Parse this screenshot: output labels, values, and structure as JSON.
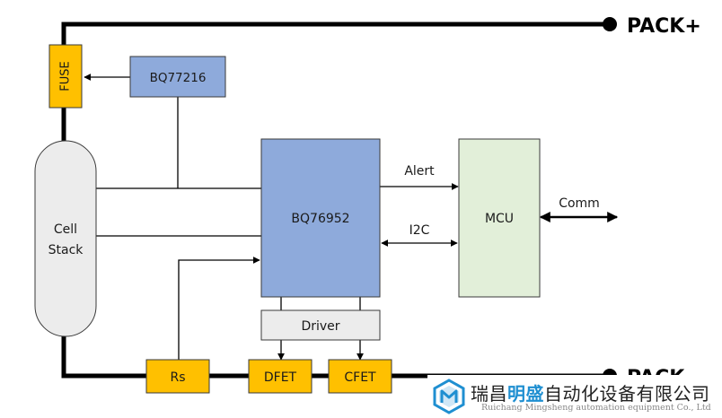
{
  "terminals": {
    "positive": "PACK+",
    "negative": "PACK-"
  },
  "blocks": {
    "fuse": "FUSE",
    "secondary_protector": "BQ77216",
    "cell_stack_line1": "Cell",
    "cell_stack_line2": "Stack",
    "monitor_ic": "BQ76952",
    "mcu": "MCU",
    "driver": "Driver",
    "sense_resistor": "Rs",
    "discharge_fet": "DFET",
    "charge_fet": "CFET"
  },
  "signals": {
    "alert": "Alert",
    "i2c": "I2C",
    "comm": "Comm"
  },
  "colors": {
    "fet_block": "#ffc000",
    "ic_block": "#8eaadb",
    "mcu_block": "#e2efd9",
    "driver_block": "#ececec",
    "cell_stack": "#ececec",
    "bus_line": "#000000",
    "watermark_accent": "#1f8fd1"
  },
  "watermark": {
    "name_prefix": "瑞昌",
    "name_highlight": "明盛",
    "name_suffix": "自动化设备有限公司",
    "english": "Ruichang Mingsheng automation equipment Co., Ltd",
    "logo_icon": "mingsheng-logo-icon"
  }
}
